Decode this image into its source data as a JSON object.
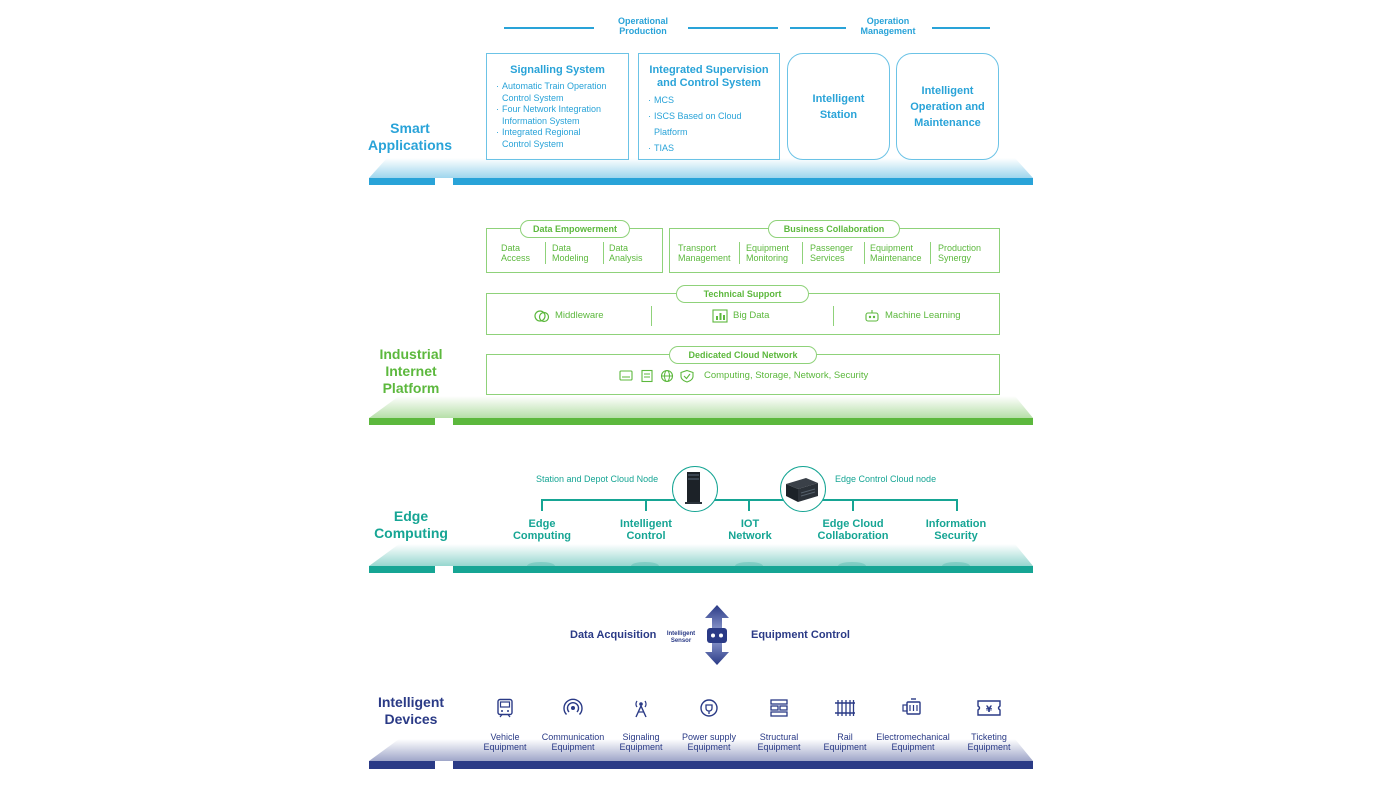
{
  "colors": {
    "blue": "#29a3d8",
    "green": "#5cb83d",
    "teal": "#16a594",
    "navy": "#2a3a86"
  },
  "smart": {
    "title": "Smart\nApplications",
    "categories": [
      {
        "label": "Operational\nProduction"
      },
      {
        "label": "Operation\nManagement"
      }
    ],
    "signalling": {
      "title": "Signalling System",
      "items": [
        "Automatic Train Operation\nControl System",
        "Four Network Integration\nInformation System",
        "Integrated Regional\nControl System"
      ]
    },
    "iscs": {
      "title": "Integrated Supervision\nand Control System",
      "items": [
        "MCS",
        "ISCS Based on Cloud\nPlatform",
        "TIAS"
      ]
    },
    "station": "Intelligent\nStation",
    "om": "Intelligent\nOperation and\nMaintenance"
  },
  "platform": {
    "title": "Industrial\nInternet\nPlatform",
    "data_empowerment": {
      "title": "Data Empowerment",
      "cells": [
        "Data\nAccess",
        "Data\nModeling",
        "Data\nAnalysis"
      ]
    },
    "business": {
      "title": "Business Collaboration",
      "cells": [
        "Transport\nManagement",
        "Equipment\nMonitoring",
        "Passenger\nServices",
        "Equipment\nMaintenance",
        "Production\nSynergy"
      ]
    },
    "technical": {
      "title": "Technical Support",
      "items": [
        {
          "icon": "middleware-icon",
          "label": "Middleware"
        },
        {
          "icon": "big-data-icon",
          "label": "Big Data"
        },
        {
          "icon": "machine-learning-icon",
          "label": "Machine Learning"
        }
      ]
    },
    "network": {
      "title": "Dedicated Cloud Network",
      "label": "Computing, Storage, Network, Security"
    }
  },
  "edge": {
    "title": "Edge\nComputing",
    "station_node": "Station and Depot Cloud Node",
    "control_node": "Edge Control Cloud node",
    "items": [
      "Edge\nComputing",
      "Intelligent\nControl",
      "IOT\nNetwork",
      "Edge Cloud\nCollaboration",
      "Information\nSecurity"
    ]
  },
  "devices": {
    "title": "Intelligent\nDevices",
    "acquisition": "Data Acquisition",
    "sensor": "Intelligent\nSensor",
    "control": "Equipment Control",
    "items": [
      {
        "icon": "vehicle-icon",
        "label": "Vehicle\nEquipment"
      },
      {
        "icon": "communication-icon",
        "label": "Communication\nEquipment"
      },
      {
        "icon": "signaling-icon",
        "label": "Signaling\nEquipment"
      },
      {
        "icon": "power-supply-icon",
        "label": "Power supply\nEquipment"
      },
      {
        "icon": "structural-icon",
        "label": "Structural\nEquipment"
      },
      {
        "icon": "rail-icon",
        "label": "Rail\nEquipment"
      },
      {
        "icon": "electromechanical-icon",
        "label": "Electromechanical\nEquipment"
      },
      {
        "icon": "ticketing-icon",
        "label": "Ticketing\nEquipment"
      }
    ]
  }
}
